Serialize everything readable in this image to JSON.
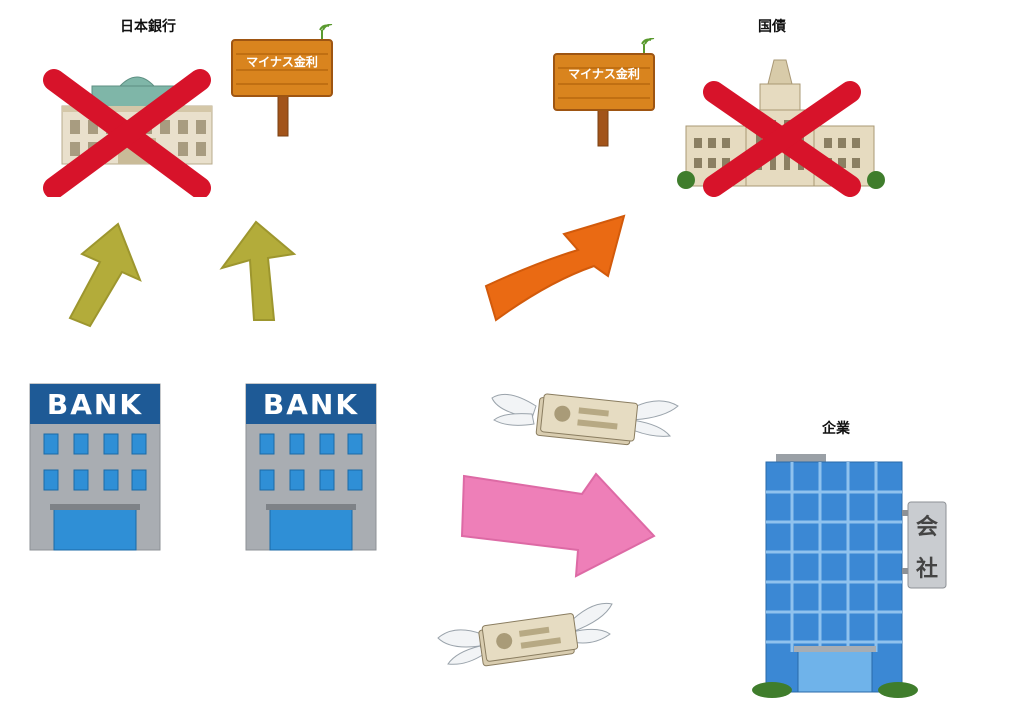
{
  "labels": {
    "boj": "日本銀行",
    "jgb": "国債",
    "company": "企業"
  },
  "signs": {
    "left": "マイナス金利",
    "right": "マイナス金利"
  },
  "banks": [
    {
      "sign": "BANK"
    },
    {
      "sign": "BANK"
    }
  ],
  "company_sign": [
    "会",
    "社"
  ],
  "colors": {
    "cross": "#d7132a",
    "arrow_olive": "#b3ac3a",
    "arrow_orange": "#ea6a13",
    "arrow_pink": "#ee7fb8",
    "bank_blue": "#1e5a96",
    "sign_wood": "#d9841e"
  }
}
